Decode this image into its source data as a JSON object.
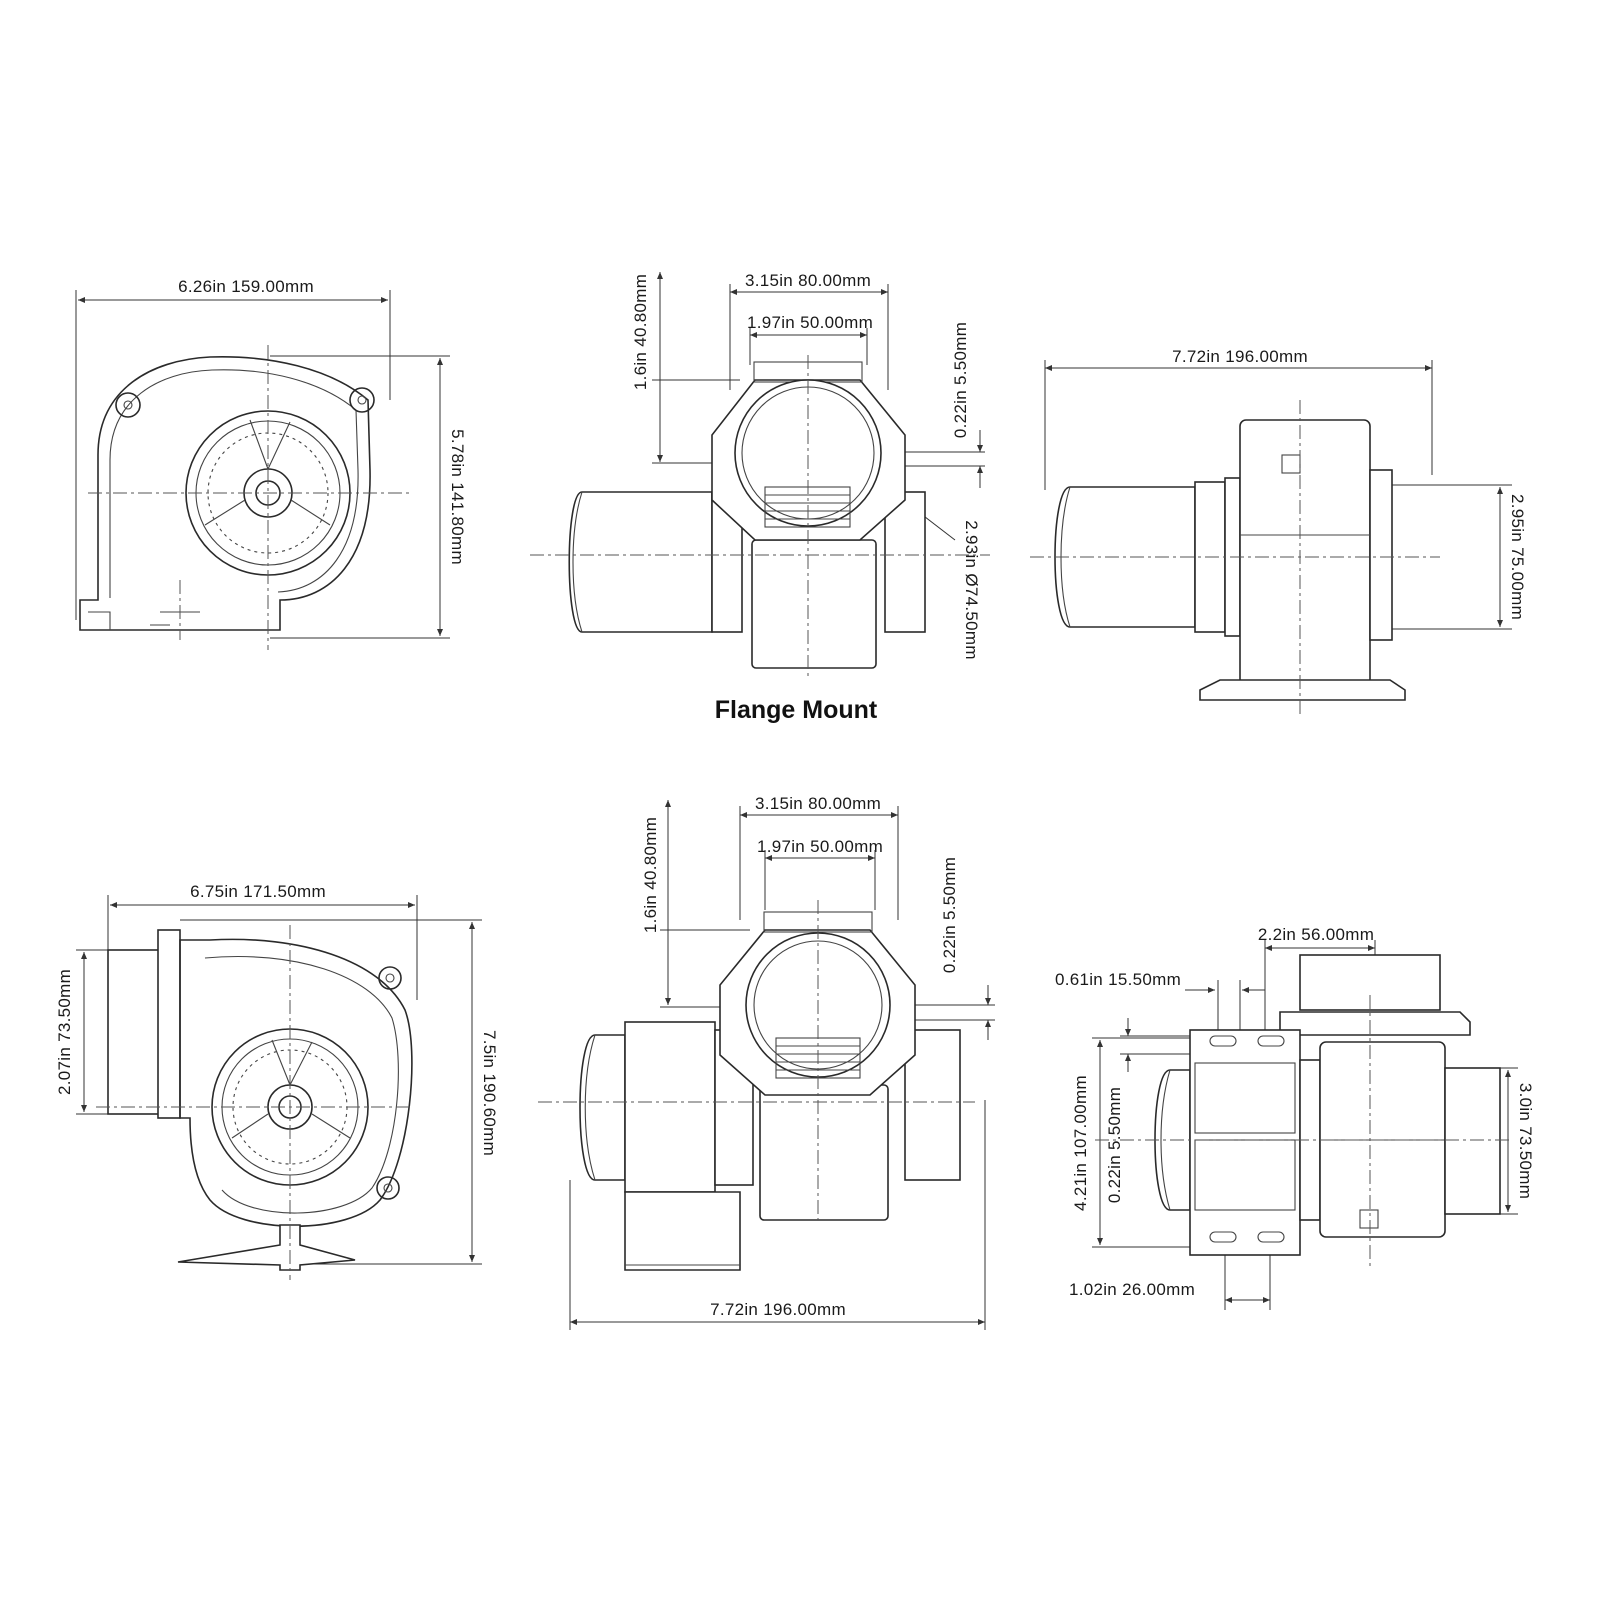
{
  "caption": "Flange Mount",
  "top_left": {
    "width": "6.26in  159.00mm",
    "height": "5.78in  141.80mm"
  },
  "top_center": {
    "w_outer": "3.15in  80.00mm",
    "w_inner": "1.97in  50.00mm",
    "h_left": "1.6in  40.80mm",
    "h_right": "0.22in  5.50mm",
    "diameter": "2.93in  Ø74.50mm"
  },
  "top_right": {
    "length": "7.72in  196.00mm",
    "height": "2.95in  75.00mm"
  },
  "bottom_left": {
    "width": "6.75in  171.50mm",
    "height_left": "2.07in  73.50mm",
    "height_right": "7.5in  190.60mm"
  },
  "bottom_center": {
    "w_outer": "3.15in  80.00mm",
    "w_inner": "1.97in  50.00mm",
    "h_left": "1.6in  40.80mm",
    "h_right": "0.22in  5.50mm",
    "length": "7.72in  196.00mm"
  },
  "bottom_right": {
    "top": "2.2in  56.00mm",
    "slot": "0.61in  15.50mm",
    "height_outer": "4.21in  107.00mm",
    "height_slot": "0.22in  5.50mm",
    "height_right": "3.0in  73.50mm",
    "bottom": "1.02in  26.00mm"
  }
}
